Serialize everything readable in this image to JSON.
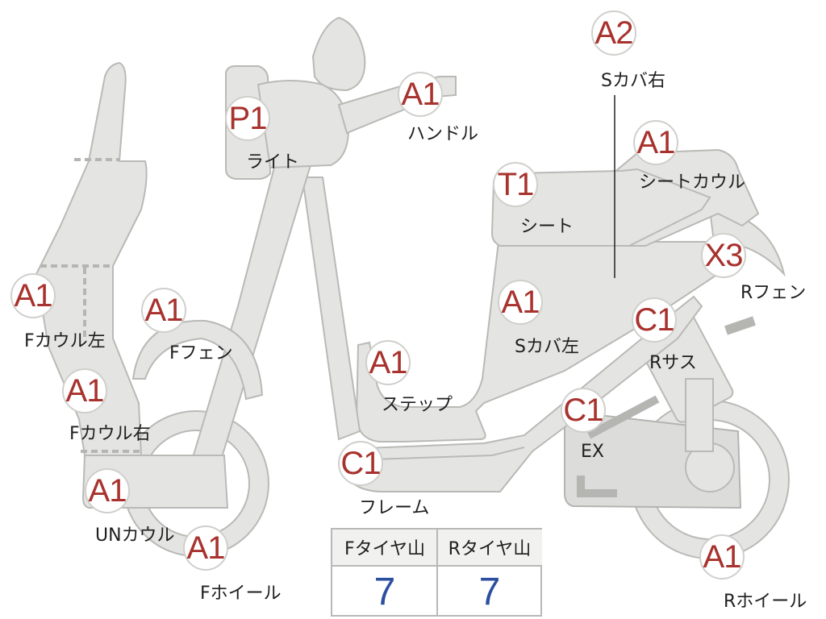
{
  "parts": [
    {
      "id": "a2-side-cover-right",
      "code": "A2",
      "label": "Sカバ右"
    },
    {
      "id": "a1-handle",
      "code": "A1",
      "label": "ハンドル"
    },
    {
      "id": "p1-light",
      "code": "P1",
      "label": "ライト"
    },
    {
      "id": "a1-seat-cowl",
      "code": "A1",
      "label": "シートカウル"
    },
    {
      "id": "t1-seat",
      "code": "T1",
      "label": "シート"
    },
    {
      "id": "x3-rear-fender",
      "code": "X3",
      "label": "Rフェン"
    },
    {
      "id": "a1-front-cowl-left",
      "code": "A1",
      "label": "Fカウル左"
    },
    {
      "id": "a1-front-fender",
      "code": "A1",
      "label": "Fフェン"
    },
    {
      "id": "a1-side-cover-left",
      "code": "A1",
      "label": "Sカバ左"
    },
    {
      "id": "c1-rear-suspension",
      "code": "C1",
      "label": "Rサス"
    },
    {
      "id": "a1-step",
      "code": "A1",
      "label": "ステップ"
    },
    {
      "id": "a1-front-cowl-right",
      "code": "A1",
      "label": "Fカウル右"
    },
    {
      "id": "c1-exhaust",
      "code": "C1",
      "label": "EX"
    },
    {
      "id": "c1-frame",
      "code": "C1",
      "label": "フレーム"
    },
    {
      "id": "a1-under-cowl",
      "code": "A1",
      "label": "UNカウル"
    },
    {
      "id": "a1-front-wheel",
      "code": "A1",
      "label": "Fホイール"
    },
    {
      "id": "a1-rear-wheel",
      "code": "A1",
      "label": "Rホイール"
    }
  ],
  "tread_table": {
    "front_header": "Fタイヤ山",
    "rear_header": "Rタイヤ山",
    "front_value": "7",
    "rear_value": "7"
  },
  "colors": {
    "code": "#a8322d",
    "value": "#2b4f9e",
    "part_fill": "#e4e4e2"
  }
}
